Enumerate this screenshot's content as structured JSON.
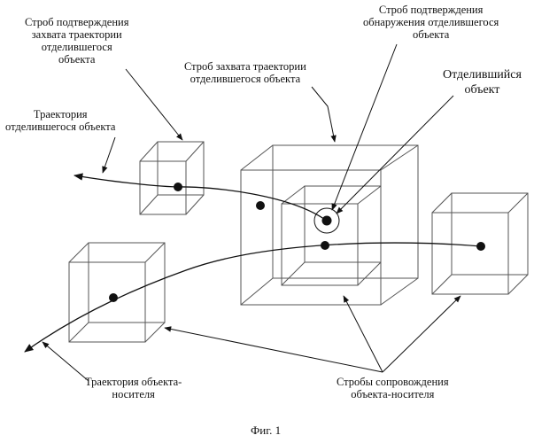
{
  "labels": {
    "strobe_confirm_capture": [
      "Строб подтверждения",
      "захвата траектории",
      "отделившегося",
      "объекта"
    ],
    "strobe_confirm_detect": [
      "Строб подтверждения",
      "обнаружения отделившегося",
      "объекта"
    ],
    "strobe_capture": [
      "Строб захвата траектории",
      "отделившегося объекта"
    ],
    "separated_object": [
      "Отделившийся",
      "объект"
    ],
    "trajectory_separated": [
      "Траектория",
      "отделившегося объекта"
    ],
    "trajectory_carrier": [
      "Траектория объекта-",
      "носителя"
    ],
    "tracking_strobes": [
      "Стробы сопровождения",
      "объекта-носителя"
    ]
  },
  "caption": "Фиг. 1"
}
